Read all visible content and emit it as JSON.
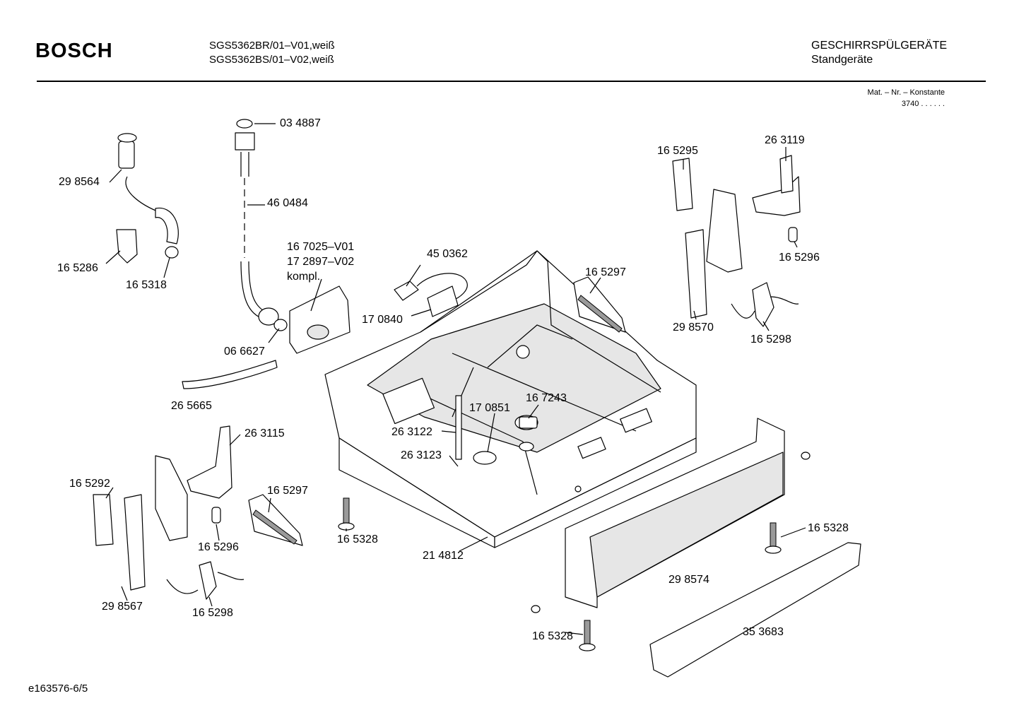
{
  "header": {
    "brand": "BOSCH",
    "model_line_1": "SGS5362BR/01–V01,weiß",
    "model_line_2": "SGS5362BS/01–V02,weiß",
    "category_line_1": "GESCHIRRSPÜLGERÄTE",
    "category_line_2": "Standgeräte",
    "mat_label": "Mat. – Nr. – Konstante",
    "mat_value": "3740  .  .    .  .  .  ."
  },
  "parts": [
    "03 4887",
    "29 8564",
    "46 0484",
    "16 7025–V01",
    "17 2897–V02",
    "kompl.",
    "45 0362",
    "16 5286",
    "16 5318",
    "17 0840",
    "06 6627",
    "26 5665",
    "16 5297",
    "16 5295",
    "26 3119",
    "16 5296",
    "29 8570",
    "16 5298",
    "17 0851",
    "16 7243",
    "26 3122",
    "26 3115",
    "26 3123",
    "16 5292",
    "16 5297",
    "16 5296",
    "16 5328",
    "21 4812",
    "16 5328",
    "29 8574",
    "29 8567",
    "16 5298",
    "16 5328",
    "35 3683"
  ],
  "footer": {
    "drawing_id": "e163576-6/5"
  }
}
